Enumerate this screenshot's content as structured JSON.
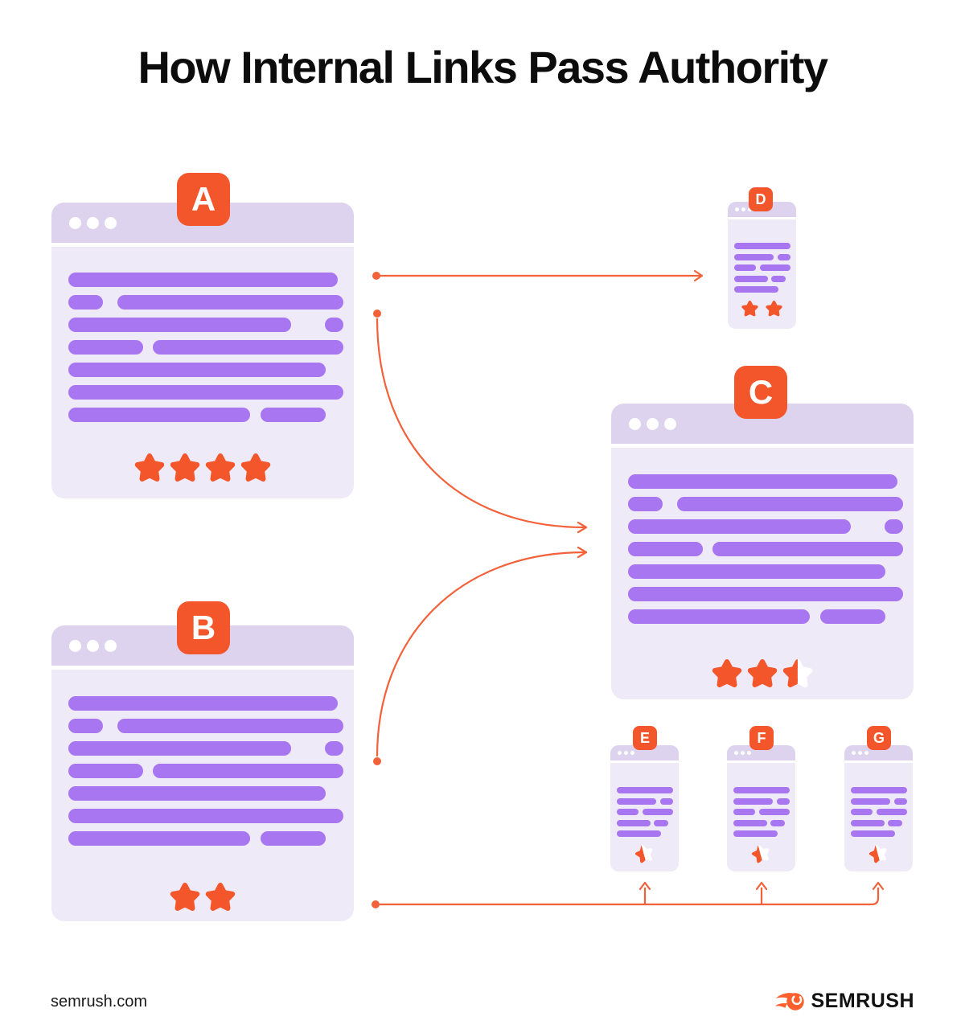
{
  "title": "How Internal Links Pass Authority",
  "diagram": {
    "windows": [
      {
        "id": "A",
        "label": "A",
        "rating": 4
      },
      {
        "id": "B",
        "label": "B",
        "rating": 2
      },
      {
        "id": "C",
        "label": "C",
        "rating": 2.5
      },
      {
        "id": "D",
        "label": "D",
        "rating": 2
      },
      {
        "id": "E",
        "label": "E",
        "rating": 0.5
      },
      {
        "id": "F",
        "label": "F",
        "rating": 0.5
      },
      {
        "id": "G",
        "label": "G",
        "rating": 0.5
      }
    ],
    "links": [
      {
        "from": "A",
        "to": "D"
      },
      {
        "from": "A",
        "to": "C"
      },
      {
        "from": "B",
        "to": "C"
      },
      {
        "from": "B",
        "to": "E"
      },
      {
        "from": "B",
        "to": "F"
      },
      {
        "from": "B",
        "to": "G"
      }
    ]
  },
  "footer": {
    "source": "semrush.com",
    "brand": "SEMRUSH"
  },
  "colors": {
    "badge_orange": "#F4562B",
    "star_orange": "#F4562B",
    "arrow_orange": "#F3613A",
    "titlebar_lavender": "#DDD3EE",
    "window_lavender": "#EFEAF8",
    "text_line_purple": "#A876F0",
    "logo_orange": "#FF5F2D",
    "title_black": "#0C0C0C"
  }
}
